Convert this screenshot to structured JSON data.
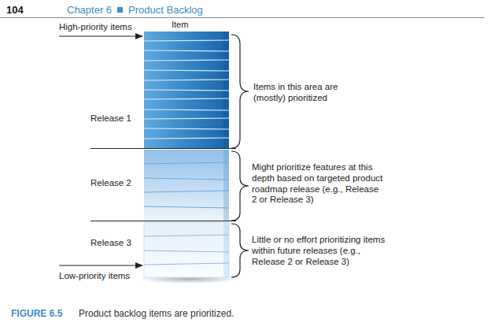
{
  "diagram": {
    "caption": "Product backlog items are prioritized.",
    "labels": [
      "104",
      "Chapter 6",
      "Product Backlog",
      "Item",
      "High-priority items",
      "Release 1",
      "Release 2",
      "Release 3",
      "Low-priority items",
      "Items in this area are (mostly) prioritized",
      "Might prioritize features at this depth based on targeted product roadmap release (e.g., Release 2 or Release 3)",
      "Little or no effort prioritizing items within future releases (e.g., Release 2 or Release 3)",
      "FIGURE 6.5"
    ]
  }
}
